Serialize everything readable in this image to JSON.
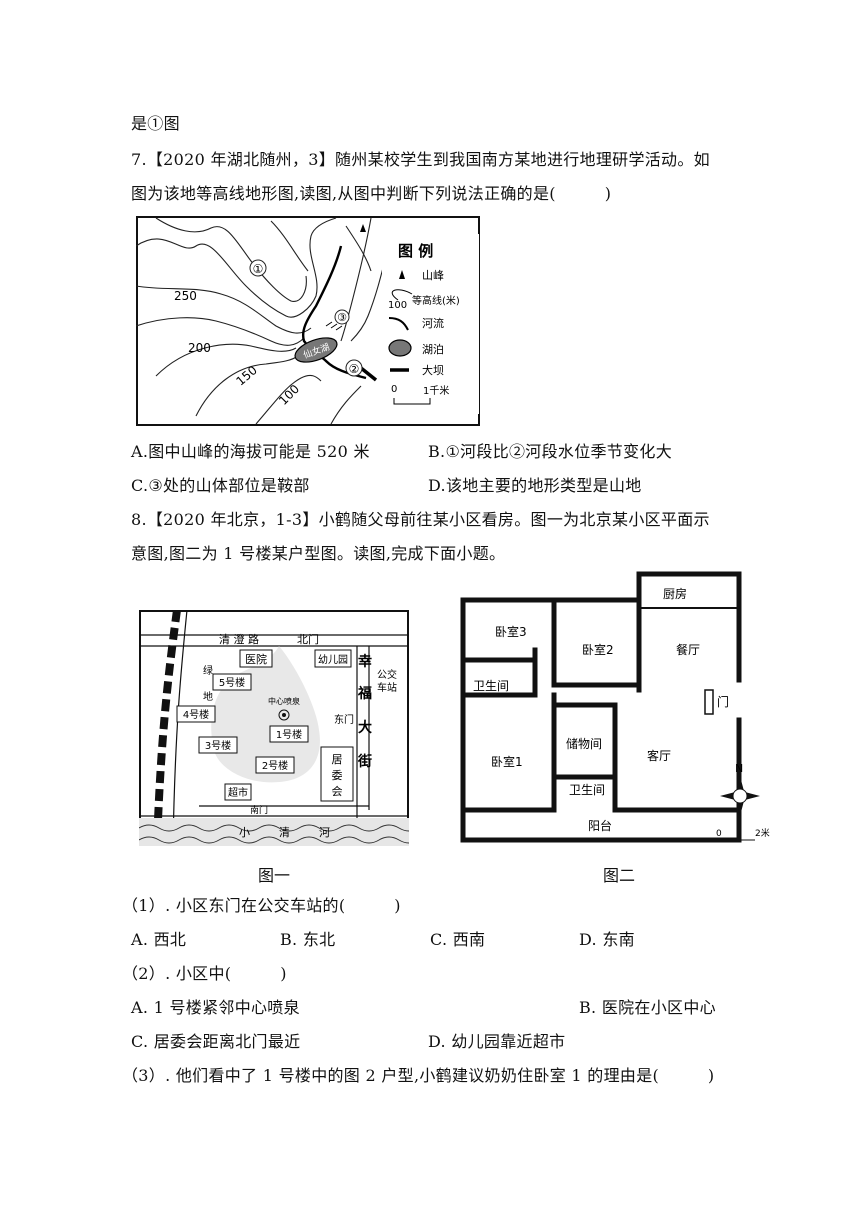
{
  "lines": {
    "l0": "是①图",
    "q7a": "7.【2020 年湖北随州，3】随州某校学生到我国南方某地进行地理研学活动。如",
    "q7b": "图为该地等高线地形图,读图,从图中判断下列说法正确的是(　　　)",
    "q7A": "A.图中山峰的海拔可能是 520 米",
    "q7B": "B.①河段比②河段水位季节变化大",
    "q7C": "C.③处的山体部位是鞍部",
    "q7D": "D.该地主要的地形类型是山地",
    "q8a": "8.【2020 年北京，1-3】小鹤随父母前往某小区看房。图一为北京某小区平面示",
    "q8b": "意图,图二为 1 号楼某户型图。读图,完成下面小题。",
    "cap1": "图一",
    "cap2": "图二",
    "s1": "（1）. 小区东门在公交车站的(　　　)",
    "s1A": "A. 西北",
    "s1B": "B. 东北",
    "s1C": "C. 西南",
    "s1D": "D. 东南",
    "s2": "（2）. 小区中(　　　)",
    "s2A": "A. 1 号楼紧邻中心喷泉",
    "s2B": "B. 医院在小区中心",
    "s2C": "C. 居委会距离北门最近",
    "s2D": "D. 幼儿园靠近超市",
    "s3": "（3）. 他们看中了 1 号楼中的图 2 户型,小鹤建议奶奶住卧室 1 的理由是(　　　)"
  },
  "map7": {
    "legend_title": "图 例",
    "legend_peak": "山峰",
    "legend_contour": "等高线(米)",
    "legend_contour_value": "100",
    "legend_river": "河流",
    "legend_lake": "湖泊",
    "legend_dam": "大坝",
    "scale_0": "0",
    "scale_1": "1千米",
    "c250": "250",
    "c200": "200",
    "c150": "150",
    "c100": "100",
    "lake_name": "仙女湖",
    "mark1": "①",
    "mark2": "②",
    "mark3": "③"
  },
  "map8": {
    "road_north": "清 澄 路",
    "north_gate": "北门",
    "hospital": "医院",
    "kindergarten": "幼儿园",
    "street": [
      "幸",
      "福",
      "大",
      "街"
    ],
    "bus_stop": [
      "公交",
      "车站"
    ],
    "green": [
      "绿",
      "地"
    ],
    "b5": "5号楼",
    "b4": "4号楼",
    "b3": "3号楼",
    "b2": "2号楼",
    "b1": "1号楼",
    "fountain": "中心喷泉",
    "east_gate": "东门",
    "committee": [
      "居",
      "委",
      "会"
    ],
    "market": "超市",
    "south_gate": "南门",
    "river": [
      "小",
      "清",
      "河"
    ]
  },
  "plan": {
    "kitchen": "厨房",
    "bed3": "卧室3",
    "bed2": "卧室2",
    "dining": "餐厅",
    "wc1": "卫生间",
    "door": "门",
    "storage": "储物间",
    "living": "客厅",
    "bed1": "卧室1",
    "wc2": "卫生间",
    "balcony": "阳台",
    "north": "N",
    "scale0": "0",
    "scale2": "2米"
  }
}
